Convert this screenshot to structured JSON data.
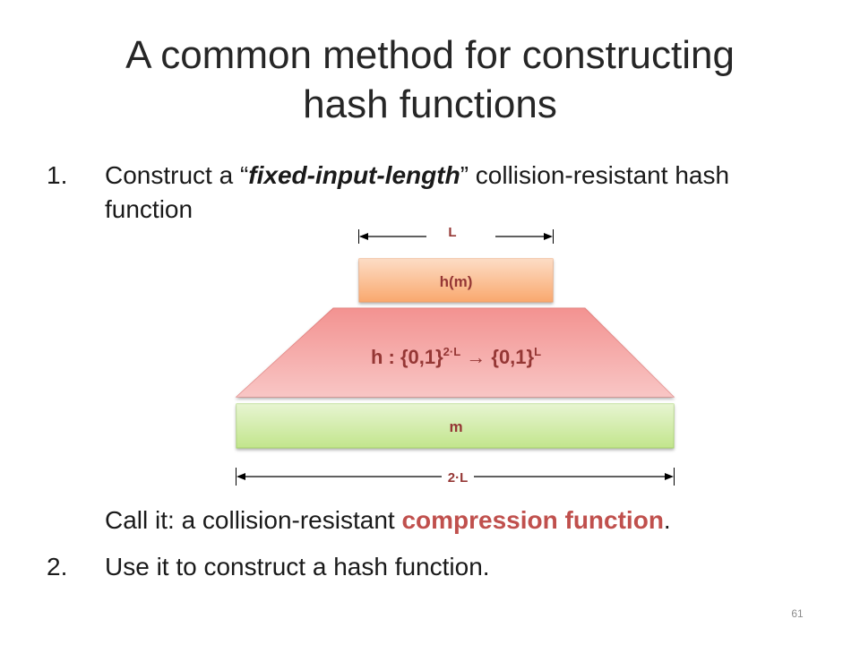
{
  "slide": {
    "title_lines": [
      "A common method for constructing",
      "hash functions"
    ],
    "page_number": "61"
  },
  "items": [
    {
      "number": "1.",
      "line1": {
        "before": "Construct a “",
        "emphasis": "fixed-input-length",
        "after": "” collision-resistant hash"
      },
      "line2": "function"
    },
    {
      "number": "2.",
      "text": "Use it to construct a hash function."
    }
  ],
  "call_it": {
    "before": "Call it: a collision-resistant ",
    "highlight": "compression function",
    "after": "."
  },
  "diagram": {
    "output_length_label": "L",
    "output_box_label": "h(m)",
    "function_label": {
      "name": "h : {0,1}",
      "domain_exponent": "2·L",
      "range": " → {0,1}",
      "range_exponent": "L"
    },
    "input_box_label": "m",
    "input_length_label": "2·L"
  },
  "colors": {
    "title_text": "#262626",
    "body_text": "#1a1a1a",
    "highlight_text": "#c0504d",
    "diagram_label_text": "#953735",
    "output_box_fill": "#f9a86e",
    "function_shape_fill": "#f28d8b",
    "input_box_fill": "#c2e58c"
  }
}
